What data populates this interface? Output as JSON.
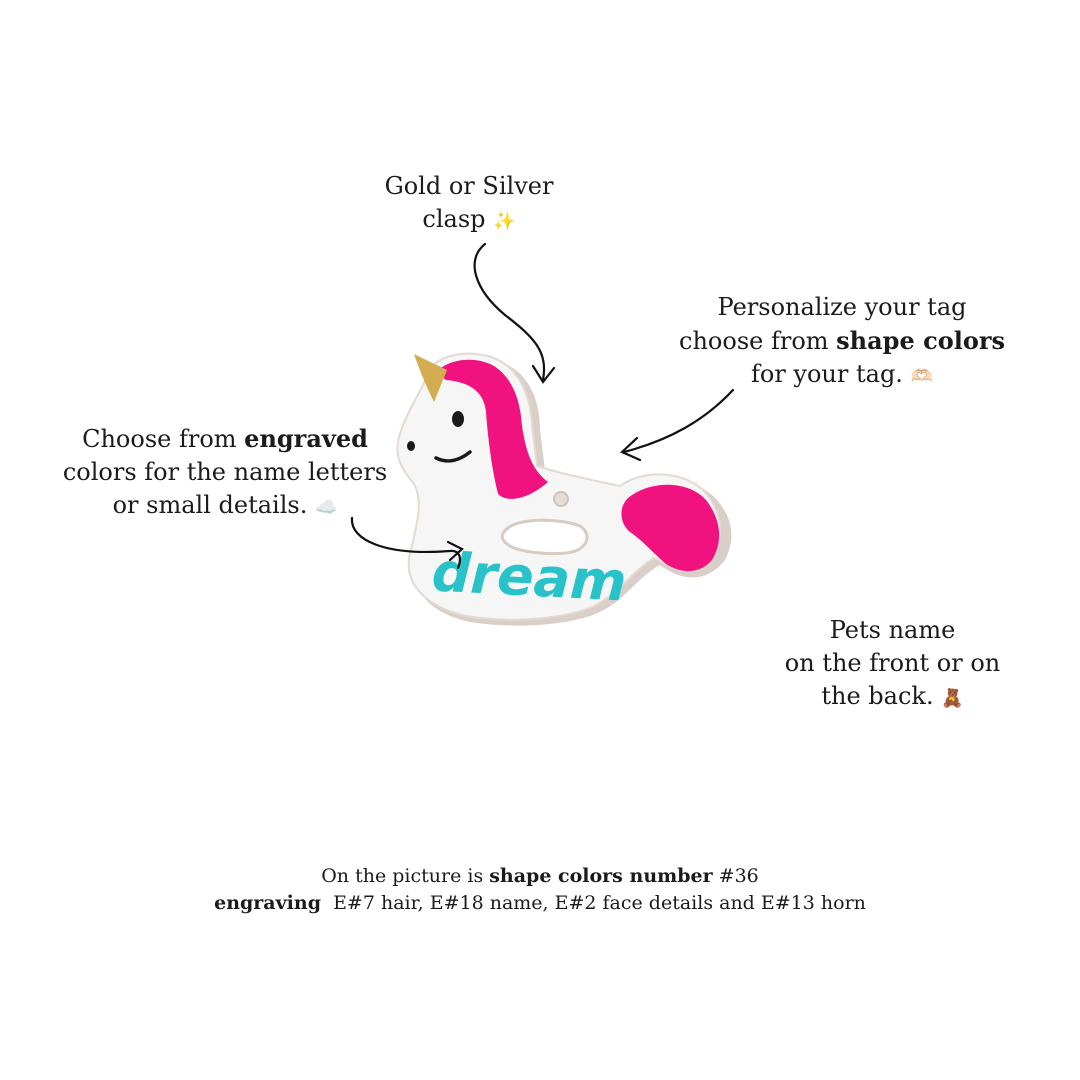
{
  "clasp": {
    "line1": "Gold or Silver",
    "line2": "clasp",
    "emoji": "✨"
  },
  "shape": {
    "line1": "Personalize your tag",
    "line2_pre": "choose from ",
    "line2_bold": "shape colors",
    "line3": "for your tag.",
    "emoji": "🫶🏻"
  },
  "engrave": {
    "line1_pre": "Choose from ",
    "line1_bold": "engraved",
    "line2": "colors for the name letters",
    "line3": "or small details.",
    "emoji": "☁️"
  },
  "pets": {
    "line1": "Pets name",
    "line2": "on the front or on",
    "line3": "the back.",
    "emoji": "🧸"
  },
  "footer": {
    "l1_pre": "On the picture is ",
    "l1_bold": "shape colors number",
    "l1_post": " #36",
    "l2_bold": "engraving",
    "l2_post": "  E#7 hair, E#18 name, E#2 face details and E#13 horn"
  },
  "tag": {
    "engraved_name": "dream",
    "colors": {
      "body": "#f6f6f6",
      "edge": "#d9cfc8",
      "hair": "#f0127f",
      "name": "#29c2c9",
      "horn": "#d4ad52",
      "face": "#1a1a1a"
    }
  }
}
